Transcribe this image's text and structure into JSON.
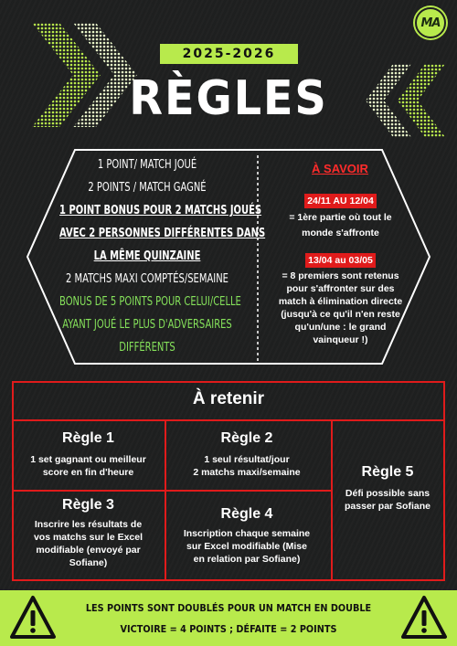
{
  "header": {
    "logo_text": "MA",
    "year": "2025-2026",
    "title": "RÈGLES"
  },
  "rules_box": {
    "line1": "1 point/ match joué",
    "line2": "2 points / match gagné",
    "bonus_line1": "1 point bonus pour 2 matchs joués",
    "bonus_line2": "avec 2 personnes différentes dans",
    "bonus_line3": "la même quinzaine",
    "max_line": "2 matchs maxi comptés/semaine",
    "green_line1": "Bonus de 5 points pour celui/celle",
    "green_line2": "ayant joué le plus d'adversaires",
    "green_line3": "différents"
  },
  "a_savoir": {
    "title": "À SAVOIR",
    "period1_dates": "24/11 AU 12/04",
    "period1_text_line1": "= 1ère partie où tout le",
    "period1_text_line2": "monde s'affronte",
    "period2_dates": "13/04 au 03/05",
    "period2_lines": [
      "= 8 premiers sont retenus",
      "pour s'affronter sur des",
      "match à élimination directe",
      "(jusqu'à ce qu'il n'en reste",
      "qu'un/une : le grand",
      "vainqueur !)"
    ]
  },
  "retenir": {
    "title": "À retenir",
    "rules": [
      {
        "title": "Règle 1",
        "lines": [
          "1 set gagnant ou meilleur",
          "score en fin d'heure"
        ]
      },
      {
        "title": "Règle 2",
        "lines": [
          "1 seul résultat/jour",
          "2 matchs maxi/semaine"
        ]
      },
      {
        "title": "Règle 3",
        "lines": [
          "Inscrire les résultats de",
          "vos matchs sur le Excel",
          "modifiable (envoyé par",
          "Sofiane)"
        ]
      },
      {
        "title": "Règle 4",
        "lines": [
          "Inscription chaque semaine",
          "sur Excel modifiable (Mise",
          "en relation par Sofiane)"
        ]
      },
      {
        "title": "Règle 5",
        "lines": [
          "Défi possible sans",
          "passer par Sofiane"
        ]
      }
    ]
  },
  "banner": {
    "line1": "Les points sont doublés pour un match en double",
    "line2": "Victoire = 4 points ; défaite = 2 points"
  },
  "colors": {
    "background": "#1f2020",
    "accent_green": "#b8ea4c",
    "red": "#e01b1b",
    "text_green": "#86e35b"
  }
}
